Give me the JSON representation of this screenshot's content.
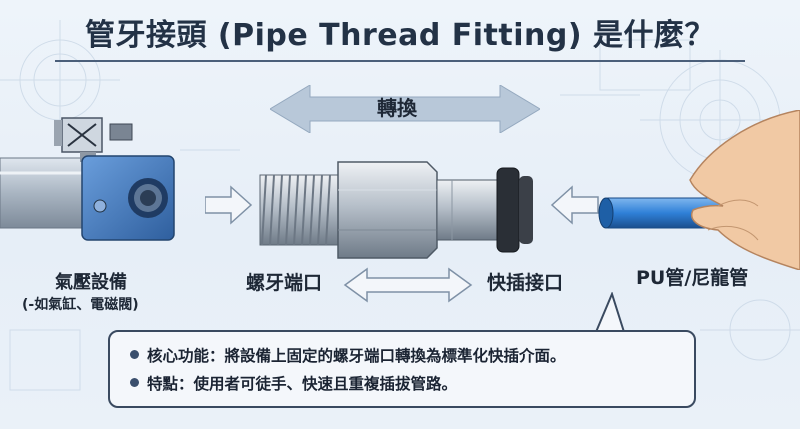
{
  "title": "管牙接頭 (Pipe Thread Fitting) 是什麼？",
  "labels": {
    "convert": "轉換",
    "device": "氣壓設備",
    "device_sub": "(-如氣缸、電磁閥)",
    "thread_port": "螺牙端口",
    "quick_port": "快插接口",
    "tube": "PU管/尼龍管"
  },
  "notes": [
    "核心功能：將設備上固定的螺牙端口轉換為標準化快插介面。",
    "特點：使用者可徒手、快速且重複插拔管路。"
  ],
  "colors": {
    "arrow": "#b9c9da",
    "device_body": "#4a7ec7",
    "tube": "#2f80d8",
    "metal": "#b9c2cc"
  },
  "icons": [
    "cylinder-illustration",
    "fitting-illustration",
    "hand-illustration",
    "arrow-icon"
  ]
}
